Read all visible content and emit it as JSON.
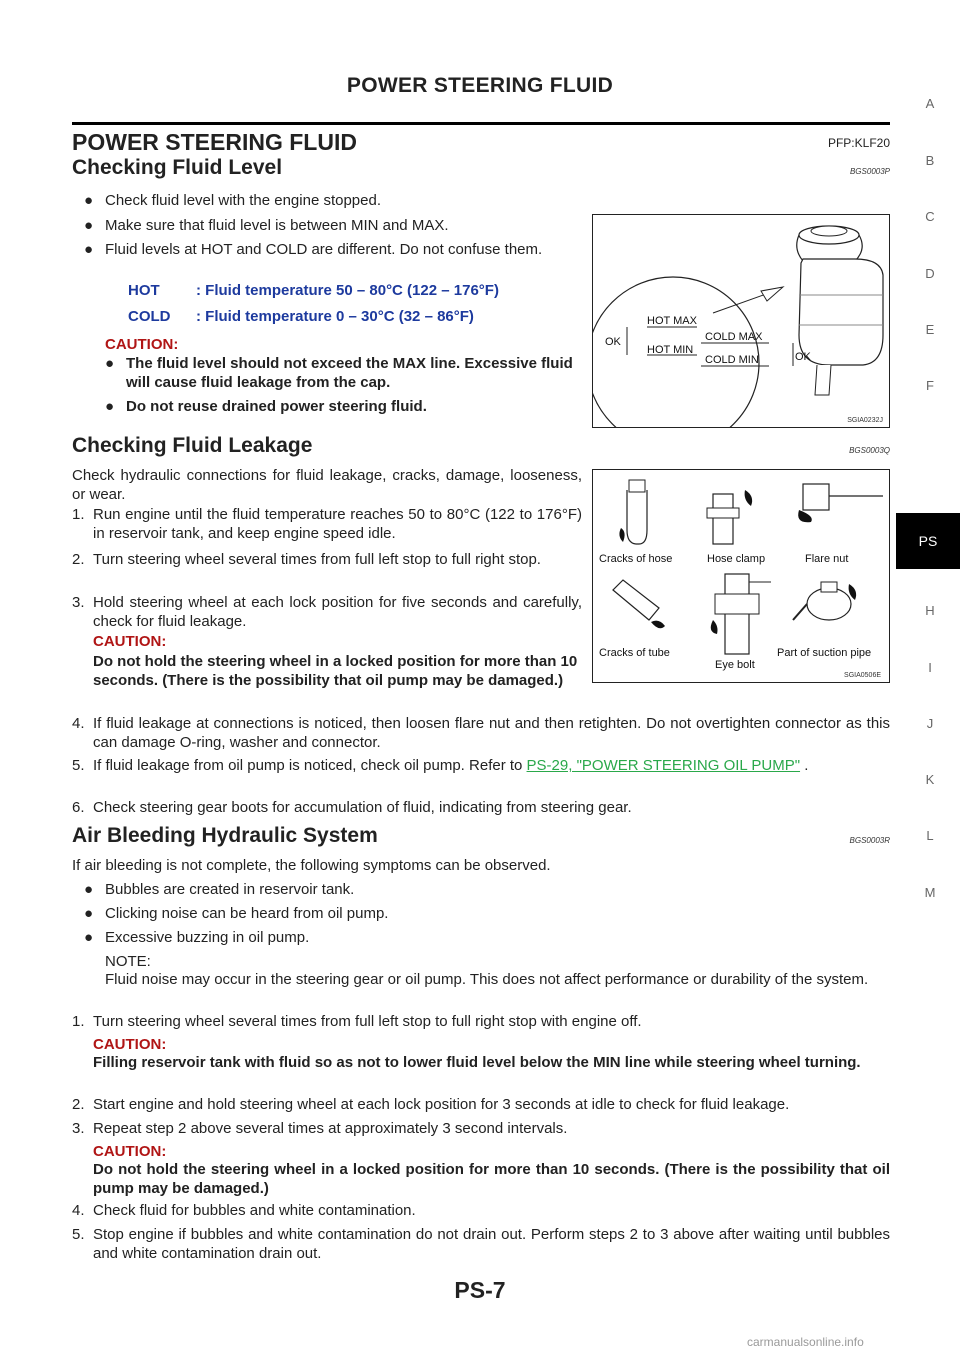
{
  "header": {
    "title": "POWER STEERING FLUID"
  },
  "section": {
    "title": "POWER STEERING FLUID",
    "code": "PFP:KLF20"
  },
  "side_index": [
    "A",
    "B",
    "C",
    "D",
    "E",
    "F",
    "PS",
    "H",
    "I",
    "J",
    "K",
    "L",
    "M"
  ],
  "level": {
    "title": "Checking Fluid Level",
    "code": "BGS0003P",
    "bullets": [
      "Check fluid level with the engine stopped.",
      "Make sure that fluid level is between MIN and MAX.",
      "Fluid levels at HOT and COLD are different. Do not confuse them."
    ],
    "hot_label": "HOT",
    "hot_text": ": Fluid temperature 50 – 80°C (122 – 176°F)",
    "cold_label": "COLD",
    "cold_text": ": Fluid temperature 0 – 30°C (32 – 86°F)",
    "caution_title": "CAUTION:",
    "caution_bullets": [
      "The fluid level should not exceed the MAX line. Excessive fluid will cause fluid leakage from the cap.",
      "Do not reuse drained power steering fluid."
    ],
    "figure": {
      "code": "SGIA0232J",
      "hot_max": "HOT MAX",
      "hot_min": "HOT MIN",
      "cold_max": "COLD MAX",
      "cold_min": "COLD MIN",
      "ok_left": "OK",
      "ok_right": "OK"
    }
  },
  "leak": {
    "title": "Checking Fluid Leakage",
    "code": "BGS0003Q",
    "intro": "Check hydraulic connections for fluid leakage, cracks, damage, looseness, or wear.",
    "steps": [
      {
        "n": "1.",
        "text": "Run engine until the fluid temperature reaches 50 to 80°C (122  to  176°F) in reservoir tank, and keep engine speed idle."
      },
      {
        "n": "2.",
        "text": "Turn steering wheel several times from full left stop to full right stop."
      },
      {
        "n": "3.",
        "text": "Hold steering wheel at each lock position for five seconds and carefully, check for fluid leakage."
      }
    ],
    "caution_title": "CAUTION:",
    "caution_text": "Do not hold the steering wheel in a locked position for more than 10 seconds. (There is the possibility that oil pump may be damaged.)",
    "step4_n": "4.",
    "step4": "If fluid leakage at connections is noticed, then loosen flare nut and then retighten. Do not overtighten connector as this can damage O-ring, washer and connector.",
    "step5_n": "5.",
    "step5_pre": "If fluid leakage from oil pump is noticed, check oil pump. Refer to ",
    "step5_link": "PS-29, \"POWER STEERING OIL PUMP\"",
    "step5_post": " .",
    "step6_n": "6.",
    "step6": "Check steering gear boots for accumulation of fluid, indicating from steering gear.",
    "figure": {
      "code": "SGIA0506E",
      "cracks_hose": "Cracks of hose",
      "hose_clamp": "Hose clamp",
      "flare_nut": "Flare nut",
      "cracks_tube": "Cracks of tube",
      "eye_bolt": "Eye bolt",
      "suction_pipe": "Part of suction pipe"
    }
  },
  "bleed": {
    "title": "Air Bleeding Hydraulic System",
    "code": "BGS0003R",
    "intro": "If air bleeding is not complete, the following symptoms can be observed.",
    "bullets": [
      "Bubbles are created in reservoir tank.",
      "Clicking noise can be heard from oil pump.",
      "Excessive buzzing in oil pump."
    ],
    "note_title": "NOTE:",
    "note_text": "Fluid noise may occur in the steering gear or oil pump. This does not affect performance or durability of the system.",
    "step1_n": "1.",
    "step1": "Turn steering wheel several times from full left stop to full right stop with engine off.",
    "caution1_title": "CAUTION:",
    "caution1_text": "Filling reservoir tank with fluid so as not to lower fluid level below the MIN line while steering wheel turning.",
    "step2_n": "2.",
    "step2": "Start engine and hold steering wheel at each lock position for 3 seconds at idle to check for fluid leakage.",
    "step3_n": "3.",
    "step3": "Repeat step 2 above several times at approximately 3 second intervals.",
    "caution2_title": "CAUTION:",
    "caution2_text": "Do not hold the steering wheel in a locked position for more than 10 seconds. (There is the possibility that oil pump may be damaged.)",
    "step4_n": "4.",
    "step4": "Check fluid for bubbles and white contamination.",
    "step5_n": "5.",
    "step5": "Stop engine if bubbles and white contamination do not drain out. Perform steps 2 to 3 above after waiting until bubbles and white contamination drain out."
  },
  "page_number": "PS-7",
  "watermark": "carmanualsonline.info"
}
